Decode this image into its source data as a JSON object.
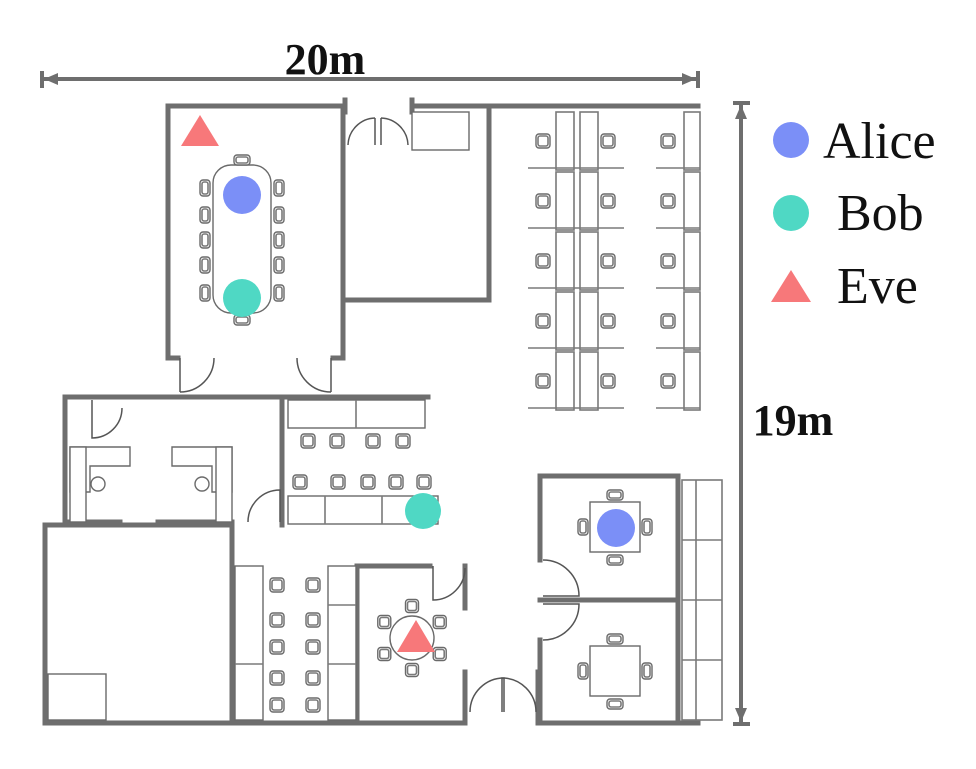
{
  "dimensions": {
    "width_label": "20m",
    "height_label": "19m"
  },
  "legend": [
    {
      "name": "Alice",
      "shape": "circle",
      "color": "#7b8ff7"
    },
    {
      "name": "Bob",
      "shape": "circle",
      "color": "#4fd8c4"
    },
    {
      "name": "Eve",
      "shape": "triangle",
      "color": "#f7787a"
    }
  ],
  "markers": [
    {
      "person": "Eve",
      "location": "conference room"
    },
    {
      "person": "Alice",
      "location": "conference room"
    },
    {
      "person": "Bob",
      "location": "conference room"
    },
    {
      "person": "Bob",
      "location": "kitchen"
    },
    {
      "person": "Alice",
      "location": "small meeting room"
    },
    {
      "person": "Eve",
      "location": "round table room"
    }
  ],
  "colors": {
    "wall": "#6e6e6e",
    "alice": "#7b8ff7",
    "bob": "#4fd8c4",
    "eve": "#f7787a"
  }
}
